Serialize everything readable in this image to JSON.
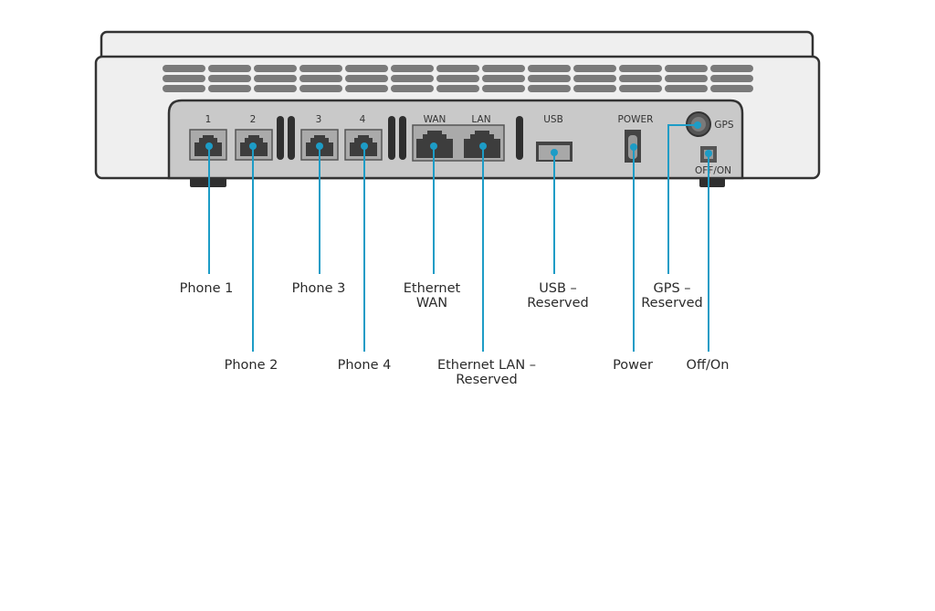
{
  "panel_labels": {
    "phone1": "1",
    "phone2": "2",
    "phone3": "3",
    "phone4": "4",
    "wan": "WAN",
    "lan": "LAN",
    "usb": "USB",
    "power": "POWER",
    "gps": "GPS",
    "switch": "OFF/ON"
  },
  "callouts": {
    "phone1": [
      "Phone 1"
    ],
    "phone2": [
      "Phone 2"
    ],
    "phone3": [
      "Phone 3"
    ],
    "phone4": [
      "Phone 4"
    ],
    "wan": [
      "Ethernet",
      "WAN"
    ],
    "lan": [
      "Ethernet LAN –",
      "Reserved"
    ],
    "usb": [
      "USB –",
      "Reserved"
    ],
    "power": [
      "Power"
    ],
    "gps": [
      "GPS –",
      "Reserved"
    ],
    "switch": [
      "Off/On"
    ]
  },
  "colors": {
    "callout": "#1d9cc6",
    "panel": "#c8c8c8",
    "vent": "#7a7a7a"
  }
}
